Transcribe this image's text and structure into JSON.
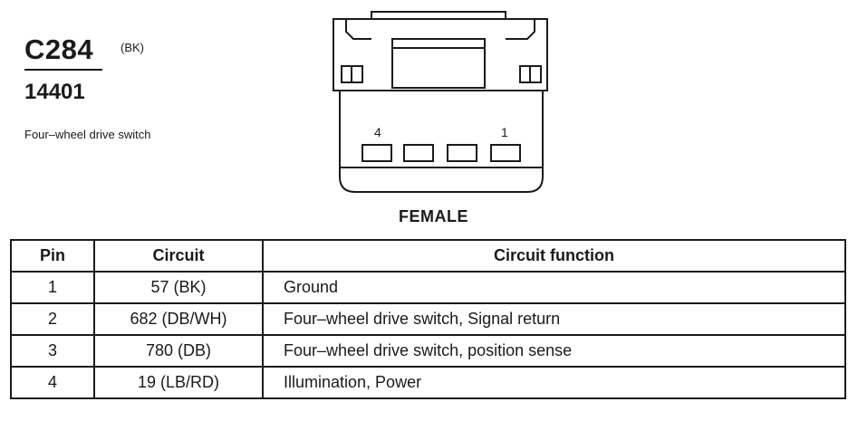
{
  "connector": {
    "id": "C284",
    "color_code": "(BK)",
    "part_number": "14401",
    "description": "Four–wheel drive switch"
  },
  "diagram": {
    "pin_left_label": "4",
    "pin_right_label": "1",
    "view_label": "FEMALE"
  },
  "table": {
    "headers": [
      "Pin",
      "Circuit",
      "Circuit function"
    ],
    "rows": [
      [
        "1",
        "57 (BK)",
        "Ground"
      ],
      [
        "2",
        "682 (DB/WH)",
        "Four–wheel drive switch, Signal return"
      ],
      [
        "3",
        "780 (DB)",
        "Four–wheel drive switch, position sense"
      ],
      [
        "4",
        "19 (LB/RD)",
        "Illumination, Power"
      ]
    ]
  }
}
